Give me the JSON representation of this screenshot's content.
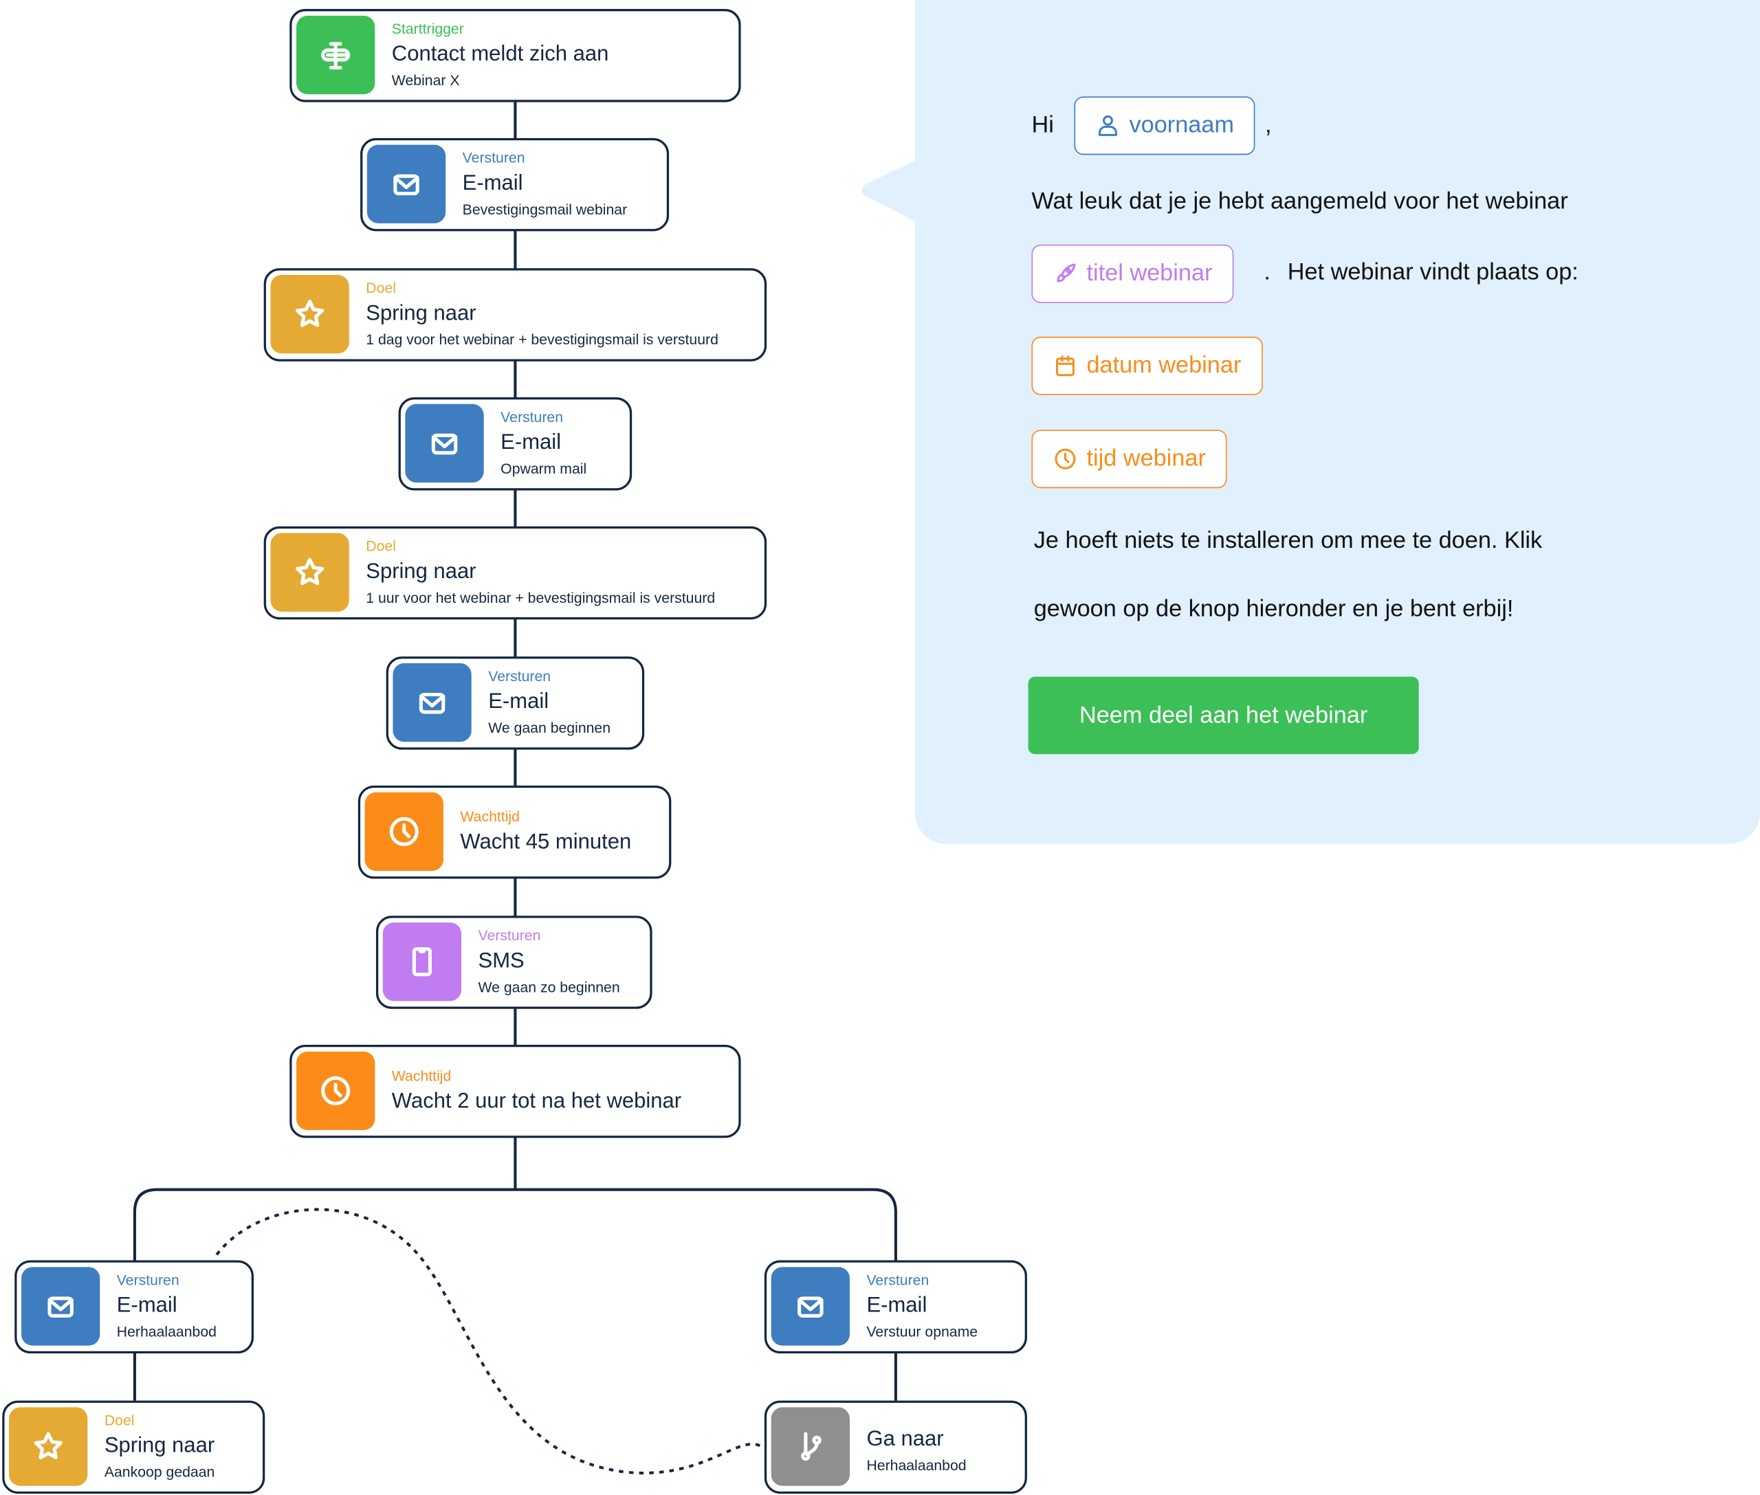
{
  "colors": {
    "trigger": "#3dbf57",
    "email": "#3d7dc0",
    "goal": "#e5aa33",
    "wait": "#fb8c1a",
    "sms": "#c07cf0",
    "goto": "#8f8f8f",
    "connector": "#15273f",
    "bubble": "#e0f0fd"
  },
  "nodes": [
    {
      "category": "Starttrigger",
      "title": "Contact meldt zich aan",
      "subtitle": "Webinar X",
      "icon": "signpost-icon"
    },
    {
      "category": "Versturen",
      "title": "E-mail",
      "subtitle": "Bevestigingsmail webinar",
      "icon": "mail-icon"
    },
    {
      "category": "Doel",
      "title": "Spring naar",
      "subtitle": "1 dag voor het webinar + bevestigingsmail is verstuurd",
      "icon": "star-icon"
    },
    {
      "category": "Versturen",
      "title": "E-mail",
      "subtitle": "Opwarm mail",
      "icon": "mail-icon"
    },
    {
      "category": "Doel",
      "title": "Spring naar",
      "subtitle": "1 uur voor het webinar + bevestigingsmail is verstuurd",
      "icon": "star-icon"
    },
    {
      "category": "Versturen",
      "title": "E-mail",
      "subtitle": "We gaan beginnen",
      "icon": "mail-icon"
    },
    {
      "category": "Wachttijd",
      "title": "Wacht 45 minuten",
      "icon": "clock-icon"
    },
    {
      "category": "Versturen",
      "title": "SMS",
      "subtitle": "We gaan zo beginnen",
      "icon": "phone-icon"
    },
    {
      "category": "Wachttijd",
      "title": "Wacht 2 uur tot na het webinar",
      "icon": "clock-icon"
    },
    {
      "category": "Versturen",
      "title": "E-mail",
      "subtitle": "Herhaalaanbod",
      "icon": "mail-icon"
    },
    {
      "category": "Versturen",
      "title": "E-mail",
      "subtitle": "Verstuur opname",
      "icon": "mail-icon"
    },
    {
      "category": "Doel",
      "title": "Spring naar",
      "subtitle": "Aankoop gedaan",
      "icon": "star-icon"
    },
    {
      "title": "Ga naar",
      "subtitle": "Herhaalaanbod",
      "icon": "branch-icon"
    }
  ],
  "email_preview": {
    "greeting": "Hi",
    "comma": ",",
    "token_firstname": "voornaam",
    "line1": "Wat leuk dat je je hebt aangemeld voor het webinar",
    "token_title": "titel webinar",
    "period": ".",
    "line2": "Het webinar vindt plaats op:",
    "token_date": "datum webinar",
    "token_time": "tijd webinar",
    "line3": "Je hoeft niets te installeren om mee te doen. Klik",
    "line4": "gewoon op de knop hieronder en je bent erbij!",
    "button": "Neem deel aan het webinar"
  }
}
